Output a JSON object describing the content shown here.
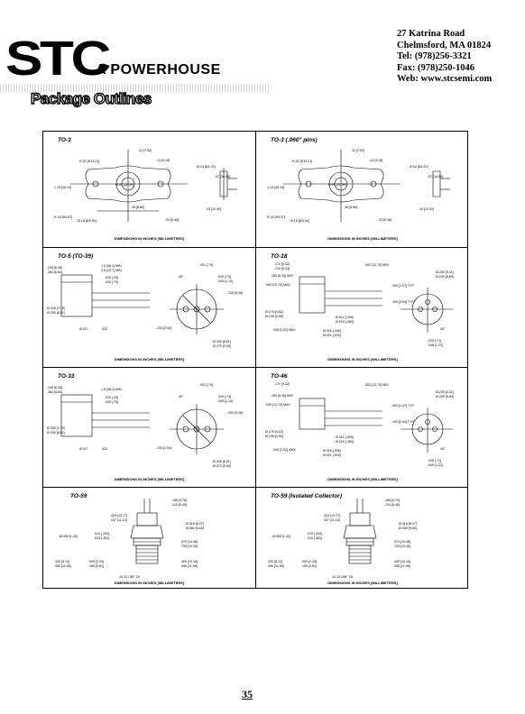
{
  "header": {
    "logo": "STC",
    "tagline": "A POWERHOUSE",
    "address_lines": [
      "27 Katrina Road",
      "Chelmsford, MA 01824",
      "Tel:   (978)256-3321",
      "Fax:  (978)250-1046",
      "Web: www.stcsemi.com"
    ],
    "section_title": "Package Outlines"
  },
  "packages": [
    {
      "title": "TO-3",
      "note": "DIMENSIONS IN INCHES [MILLIMETERS]"
    },
    {
      "title": "TO-3 (.060\" pins)",
      "note": "DIMENSIONS IN INCHES [MILLIMETERS]"
    },
    {
      "title": "TO-5 (TO-39)",
      "note": "DIMENSIONS IN INCHES [MILLIMETERS]"
    },
    {
      "title": "TO-18",
      "note": "DIMENSIONS IN INCHES [MILLIMETERS]"
    },
    {
      "title": "TO-33",
      "note": "DIMENSIONS IN INCHES [MILLIMETERS]"
    },
    {
      "title": "TO-46",
      "note": "DIMENSIONS IN INCHES [MILLIMETERS]"
    },
    {
      "title": "TO-59",
      "note": "DIMENSIONS IN INCHES [MILLIMETERS]"
    },
    {
      "title": "TO-59 (Isolated Collector)",
      "note": "DIMENSIONS IN INCHES [MILLIMETERS]"
    }
  ],
  "dims": {
    "to3": [
      ".31 [7.92]",
      ".13 [3.18]",
      "R.52 [R13.21]",
      "Ø.04 [Ø1.02]",
      ".67 [16.89]",
      "1.19 [30.15]",
      "Ø.65 [21.59]",
      ".35 [8.89]",
      ".43 [10.92]",
      "R.18 [R4.57]",
      "Ø.16 [Ø3.94]",
      ".22 [5.46]"
    ],
    "to5": [
      ".240 [6.35]",
      ".260 [6.60]",
      "1.5 [38.1] MIN",
      "0.5 [12.7] MIN",
      ".010 [.25]",
      ".030 [.76]",
      ".031 [.79]",
      "45°",
      ".029 [.74]",
      ".045 [1.14]",
      ".200 [5.08]",
      "Ø.305 [7.75]",
      "Ø.335 [8.51]",
      "Ø.017",
      ".432",
      ".100 [2.54]",
      "Ø.335 [8.51]",
      "Ø.370 [9.40]"
    ],
    "to18": [
      ".170 [4.32]",
      ".210 [5.33]",
      ".250 [6.35] MIN",
      ".500 [12.70] MIN",
      ".050 [12.70] MAX",
      "Ø.205 [5.31]",
      "Ø.230 [5.84]",
      ".050 [1.27] TYP",
      ".100 [2.54] TYP",
      "Ø.178 [4.52]",
      "Ø.195 [4.95]",
      "Ø.012 [.305]",
      "Ø.019 [.483]",
      ".040 [1.02] MAX",
      "Ø.016 [.406]",
      "Ø.021 [.533]",
      "45°",
      ".028 [.71]",
      ".048 [1.22]"
    ],
    "to59": [
      ".185 [4.70]",
      ".215 [5.46]",
      ".424 [10.77]",
      ".437 [11.10]",
      "Ø.318 [8.07]",
      "Ø.380 [9.65]",
      "Ø.055 [1.40]",
      ".010 [.254]",
      ".015 [.381]",
      ".570 [14.48]",
      ".753 [19.30]",
      ".330 [8.13]",
      ".450 [11.80]",
      ".090 [2.29]",
      ".150 [3.81]",
      ".400 [10.16]",
      ".455 [11.56]",
      "10-32 UNF 2A"
    ]
  },
  "footer": {
    "page_number": "35"
  }
}
